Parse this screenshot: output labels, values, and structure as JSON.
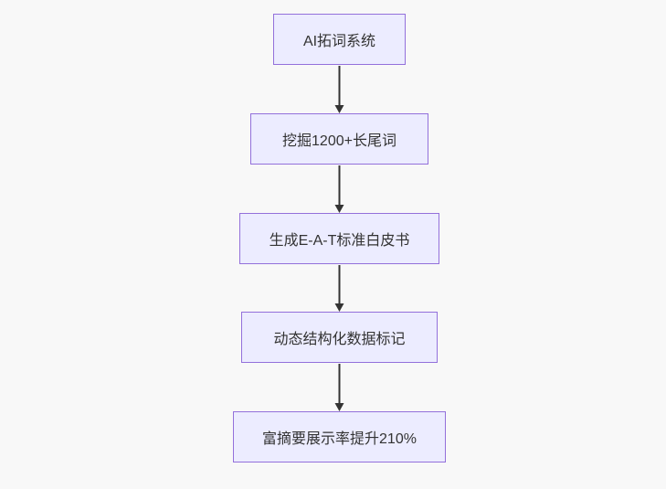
{
  "diagram": {
    "type": "flowchart",
    "direction": "top-down",
    "nodes": [
      {
        "id": "n0",
        "label": "AI拓词系统"
      },
      {
        "id": "n1",
        "label": "挖掘1200+长尾词"
      },
      {
        "id": "n2",
        "label": "生成E-A-T标准白皮书"
      },
      {
        "id": "n3",
        "label": "动态结构化数据标记"
      },
      {
        "id": "n4",
        "label": "富摘要展示率提升210%"
      }
    ],
    "edges": [
      {
        "from": "n0",
        "to": "n1"
      },
      {
        "from": "n1",
        "to": "n2"
      },
      {
        "from": "n2",
        "to": "n3"
      },
      {
        "from": "n3",
        "to": "n4"
      }
    ],
    "colors": {
      "node_fill": "#ECECFF",
      "node_border": "#9370DB",
      "edge": "#333333",
      "text": "#333333",
      "background": "#f8f8f8"
    }
  }
}
